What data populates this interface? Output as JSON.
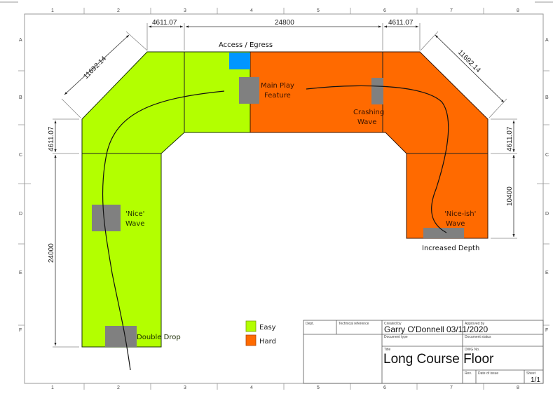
{
  "drawing": {
    "columns": [
      "1",
      "2",
      "3",
      "4",
      "5",
      "6",
      "7",
      "8"
    ],
    "rows": [
      "A",
      "B",
      "C",
      "D",
      "E",
      "F"
    ],
    "dimensions": {
      "top_left_chamfer_width": "4611.07",
      "top_center_width": "24800",
      "top_right_chamfer_width": "4611.07",
      "left_diagonal": "11692.14",
      "right_diagonal": "11692.14",
      "left_chamfer_height": "4611.07",
      "left_leg_length": "24000",
      "right_chamfer_height": "4611.07",
      "right_leg_length": "10400"
    },
    "annotations": {
      "access": "Access / Egress",
      "main_play_line1": "Main Play",
      "main_play_line2": "Feature",
      "crashing_line1": "Crashing",
      "crashing_line2": "Wave",
      "nice_line1": "'Nice'",
      "nice_line2": "Wave",
      "niceish_line1": "'Nice-ish'",
      "niceish_line2": "Wave",
      "increased_depth": "Increased Depth",
      "double_drop": "Double Drop"
    },
    "legend": [
      {
        "label": "Easy",
        "color": "#b3ff00"
      },
      {
        "label": "Hard",
        "color": "#ff6a00"
      }
    ],
    "colors": {
      "easy": "#b3ff00",
      "hard": "#ff6a00",
      "access": "#0096ff",
      "feature": "#808080",
      "frame": "#999999"
    }
  },
  "title_block": {
    "dept_label": "Dept.",
    "tech_ref_label": "Technical reference",
    "created_by_label": "Created by",
    "created_by_value": "Garry O'Donnell  03/11/2020",
    "approved_by_label": "Approved by",
    "doc_type_label": "Document type",
    "doc_status_label": "Document status",
    "title_label": "Title",
    "title_value": "Long Course Floor",
    "dwg_no_label": "DWG No.",
    "rev_label": "Rev.",
    "date_label": "Date of issue",
    "sheet_label": "Sheet",
    "sheet_value": "1/1"
  }
}
